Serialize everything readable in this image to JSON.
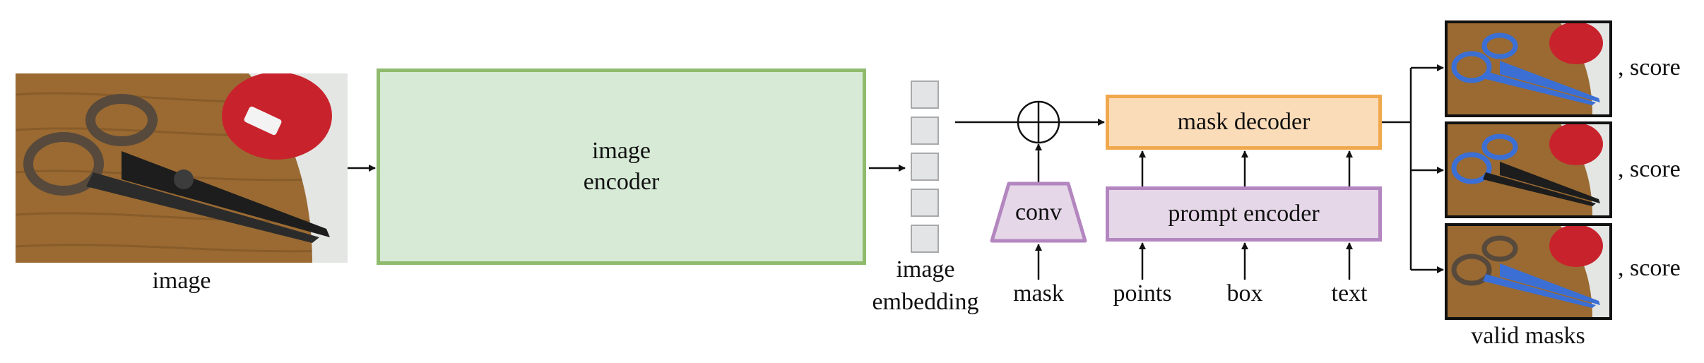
{
  "labels": {
    "image": "image",
    "image_encoder_line1": "image",
    "image_encoder_line2": "encoder",
    "image_embedding_line1": "image",
    "image_embedding_line2": "embedding",
    "conv": "conv",
    "mask": "mask",
    "mask_decoder": "mask decoder",
    "prompt_encoder": "prompt encoder",
    "points": "points",
    "box": "box",
    "text": "text",
    "score_1": ", score",
    "score_2": ", score",
    "score_3": ", score",
    "valid_masks": "valid masks"
  },
  "colors": {
    "encoder_fill": "#d6ead6",
    "encoder_border": "#8fbb6c",
    "decoder_fill": "#fbdcb9",
    "decoder_border": "#f0a84d",
    "prompt_fill": "#e5d7e8",
    "prompt_border": "#b386bf",
    "embedding_fill": "#e3e4e6",
    "embedding_border": "#a8a9ab",
    "wood": "#9a6a32",
    "mask_blue": "#3b6fd4"
  },
  "embedding_token_count": 5,
  "mask_outputs": [
    {
      "highlight": "scissors"
    },
    {
      "highlight": "handle"
    },
    {
      "highlight": "blade"
    }
  ]
}
